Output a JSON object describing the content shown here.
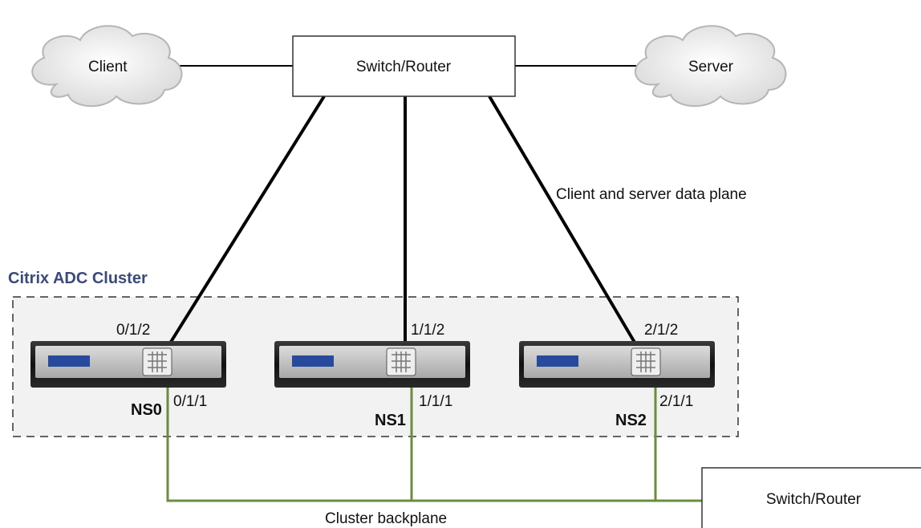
{
  "diagram": {
    "cloud_left": "Client",
    "cloud_right": "Server",
    "top_router": "Switch/Router",
    "bottom_router": "Switch/Router",
    "cluster_title": "Citrix ADC Cluster",
    "data_plane_label": "Client and server data plane",
    "backplane_label": "Cluster backplane",
    "nodes": [
      {
        "name": "NS0",
        "data_port": "0/1/2",
        "backplane_port": "0/1/1"
      },
      {
        "name": "NS1",
        "data_port": "1/1/2",
        "backplane_port": "1/1/1"
      },
      {
        "name": "NS2",
        "data_port": "2/1/2",
        "backplane_port": "2/1/1"
      }
    ],
    "colors": {
      "data_link": "#000000",
      "backplane_link": "#6b8e3a",
      "cluster_title": "#3a4a7a",
      "cluster_fill": "#f2f2f2"
    }
  }
}
